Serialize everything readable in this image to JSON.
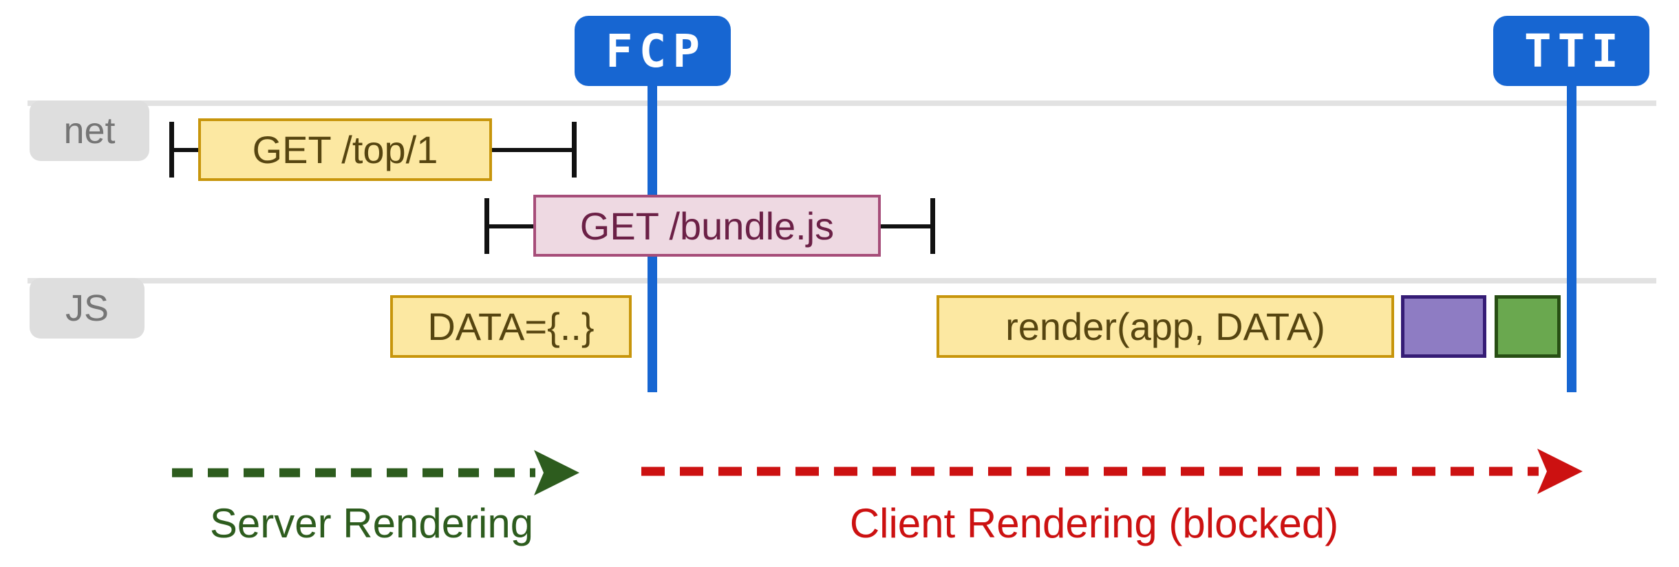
{
  "markers": {
    "fcp": {
      "label": "FCP",
      "color": "#1766d2"
    },
    "tti": {
      "label": "TTI",
      "color": "#1766d2"
    }
  },
  "tracks": {
    "net": {
      "label": "net"
    },
    "js": {
      "label": "JS"
    }
  },
  "bars": {
    "get_top": {
      "label": "GET /top/1",
      "track": "net",
      "fill": "#fce8a2",
      "border": "#c7950b"
    },
    "get_bundle": {
      "label": "GET /bundle.js",
      "track": "net",
      "fill": "#eed9e2",
      "border": "#a64d79"
    },
    "data_assign": {
      "label": "DATA={..}",
      "track": "js",
      "fill": "#fce8a2",
      "border": "#c7950b"
    },
    "render_call": {
      "label": "render(app, DATA)",
      "track": "js",
      "fill": "#fce8a2",
      "border": "#c7950b"
    },
    "task_purple": {
      "label": "",
      "track": "js",
      "fill": "#8e7cc3",
      "border": "#351c75"
    },
    "task_green": {
      "label": "",
      "track": "js",
      "fill": "#6aa84f",
      "border": "#274e13"
    }
  },
  "phases": {
    "server": {
      "label": "Server Rendering",
      "color": "#2d5c1e"
    },
    "client": {
      "label": "Client Rendering (blocked)",
      "color": "#cc1111"
    }
  }
}
